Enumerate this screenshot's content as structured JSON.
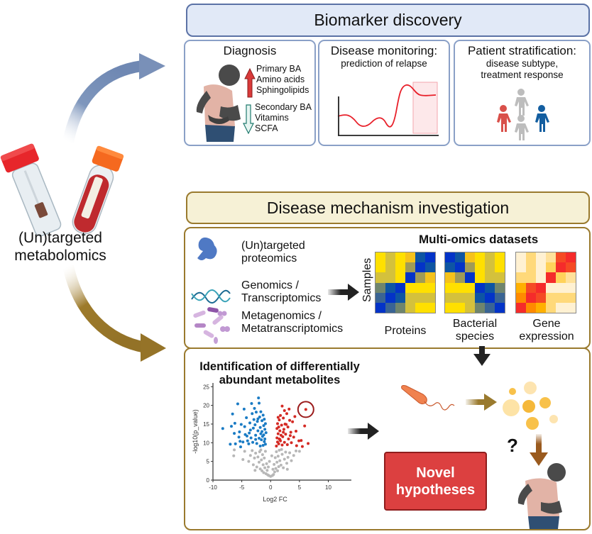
{
  "left": {
    "label_line1": "(Un)targeted",
    "label_line2": "metabolomics",
    "icons": [
      "stool-sample-tube-icon",
      "blood-sample-tube-icon"
    ]
  },
  "biomarker": {
    "title": "Biomarker discovery",
    "accent": "#5b72a6",
    "diagnosis": {
      "title": "Diagnosis",
      "up": [
        "Primary BA",
        "Amino acids",
        "Sphingolipids"
      ],
      "down": [
        "Secondary BA",
        "Vitamins",
        "SCFA"
      ],
      "up_color": "#d93a3a",
      "down_color": "#1f7a6e"
    },
    "monitoring": {
      "title": "Disease monitoring:",
      "subtitle": "prediction of relapse"
    },
    "stratification": {
      "title": "Patient stratification:",
      "subtitle_line1": "disease subtype,",
      "subtitle_line2": "treatment response"
    }
  },
  "mechanism": {
    "title": "Disease mechanism investigation",
    "accent": "#9a7a2e",
    "omics": [
      {
        "line1": "(Un)targeted",
        "line2": "proteomics",
        "icon": "protein-icon"
      },
      {
        "line1": "Genomics /",
        "line2": "Transcriptomics",
        "icon": "dna-icon"
      },
      {
        "line1": "Metagenomics /",
        "line2": "Metatranscriptomics",
        "icon": "bacteria-icon"
      }
    ],
    "multiomics_title": "Multi-omics datasets",
    "samples_label": "Samples",
    "heatmaps": [
      {
        "label_line1": "Proteins",
        "label_line2": "",
        "cells": [
          [
            "#ffe000",
            "#d4c13c",
            "#ffe000",
            "#f5c21b",
            "#0e55a3",
            "#0333c8"
          ],
          [
            "#ffe000",
            "#d4c13c",
            "#ffe000",
            "#a09b57",
            "#0333c8",
            "#0e55a3"
          ],
          [
            "#d4c13c",
            "#d4c13c",
            "#ffe000",
            "#0333c8",
            "#a09b57",
            "#f5c21b"
          ],
          [
            "#6f856d",
            "#0e55a3",
            "#0333c8",
            "#ffe000",
            "#ffe000",
            "#ffe000"
          ],
          [
            "#3a6494",
            "#0333c8",
            "#0e55a3",
            "#d4c13c",
            "#d4c13c",
            "#d4c13c"
          ],
          [
            "#0333c8",
            "#3a6494",
            "#6f856d",
            "#d4c13c",
            "#ffe000",
            "#ffe000"
          ]
        ]
      },
      {
        "label_line1": "Bacterial",
        "label_line2": "species",
        "cells": [
          [
            "#0333c8",
            "#0e55a3",
            "#f5c21b",
            "#ffe000",
            "#d4c13c",
            "#ffe000"
          ],
          [
            "#0e55a3",
            "#0333c8",
            "#a09b57",
            "#ffe000",
            "#d4c13c",
            "#ffe000"
          ],
          [
            "#f5c21b",
            "#a09b57",
            "#0333c8",
            "#ffe000",
            "#d4c13c",
            "#d4c13c"
          ],
          [
            "#ffe000",
            "#ffe000",
            "#ffe000",
            "#0333c8",
            "#0e55a3",
            "#6f856d"
          ],
          [
            "#d4c13c",
            "#d4c13c",
            "#d4c13c",
            "#0e55a3",
            "#0333c8",
            "#3a6494"
          ],
          [
            "#ffe000",
            "#ffe000",
            "#d4c13c",
            "#6f856d",
            "#3a6494",
            "#0333c8"
          ]
        ]
      },
      {
        "label_line1": "Gene",
        "label_line2": "expression",
        "cells": [
          [
            "#fff1d2",
            "#ffd97a",
            "#fff1d2",
            "#ffe19a",
            "#f54a24",
            "#f52b2b"
          ],
          [
            "#fff1d2",
            "#ffd97a",
            "#fff1d2",
            "#ffd25a",
            "#f52b2b",
            "#f54a24"
          ],
          [
            "#ffd97a",
            "#ffd97a",
            "#fff1d2",
            "#f52b2b",
            "#ffd25a",
            "#ffe19a"
          ],
          [
            "#ffb000",
            "#f54a24",
            "#f52b2b",
            "#fff1d2",
            "#fff1d2",
            "#fff1d2"
          ],
          [
            "#ff8a00",
            "#f52b2b",
            "#f54a24",
            "#ffd97a",
            "#ffd97a",
            "#ffd97a"
          ],
          [
            "#f52b2b",
            "#ff8a00",
            "#ffb000",
            "#ffd97a",
            "#fff1d2",
            "#fff1d2"
          ]
        ]
      }
    ],
    "volcano_title_line1": "Identification of differentially",
    "volcano_title_line2": "abundant metabolites",
    "novel_line1": "Novel",
    "novel_line2": "hypotheses",
    "question_mark": "?"
  },
  "chart_data": {
    "type": "scatter",
    "title": "Identification of differentially abundant metabolites",
    "xlabel": "Log2 FC",
    "ylabel": "-log10(p_value)",
    "xlim": [
      -10,
      14
    ],
    "ylim": [
      0,
      26
    ],
    "xticks": [
      -10,
      -5,
      0,
      5,
      10
    ],
    "yticks": [
      0,
      5,
      10,
      15,
      20,
      25
    ],
    "grid": false,
    "significance_threshold": 8.5,
    "series": [
      {
        "name": "down-regulated",
        "color": "#1a7bc4",
        "points": [
          [
            -8.3,
            13.8
          ],
          [
            -7.0,
            9.6
          ],
          [
            -6.8,
            14.4
          ],
          [
            -6.6,
            17.7
          ],
          [
            -6.3,
            12.5
          ],
          [
            -6.2,
            15.2
          ],
          [
            -6.1,
            9.7
          ],
          [
            -5.7,
            20.4
          ],
          [
            -5.5,
            11.5
          ],
          [
            -5.4,
            12.9
          ],
          [
            -5.3,
            10.4
          ],
          [
            -5.2,
            8.9
          ],
          [
            -5.1,
            14.9
          ],
          [
            -4.8,
            10.2
          ],
          [
            -4.6,
            19.0
          ],
          [
            -4.5,
            14.3
          ],
          [
            -4.4,
            12.2
          ],
          [
            -4.2,
            16.7
          ],
          [
            -4.1,
            11.8
          ],
          [
            -4.0,
            10.5
          ],
          [
            -3.8,
            9.7
          ],
          [
            -3.6,
            15.3
          ],
          [
            -3.5,
            13.4
          ],
          [
            -3.4,
            11.3
          ],
          [
            -3.3,
            20.5
          ],
          [
            -3.2,
            17.8
          ],
          [
            -3.1,
            10.1
          ],
          [
            -3.0,
            13.9
          ],
          [
            -2.9,
            16.2
          ],
          [
            -2.8,
            19.2
          ],
          [
            -2.7,
            14.8
          ],
          [
            -2.6,
            12.0
          ],
          [
            -2.5,
            18.2
          ],
          [
            -2.4,
            9.8
          ],
          [
            -2.3,
            15.7
          ],
          [
            -2.2,
            13.2
          ],
          [
            -2.1,
            22.0
          ],
          [
            -2.0,
            11.2
          ],
          [
            -2.0,
            20.6
          ],
          [
            -1.9,
            16.9
          ],
          [
            -1.8,
            14.1
          ],
          [
            -1.7,
            12.4
          ],
          [
            -1.7,
            18.3
          ],
          [
            -1.6,
            10.8
          ],
          [
            -1.5,
            15.9
          ],
          [
            -1.5,
            13.0
          ],
          [
            -1.4,
            11.7
          ],
          [
            -1.3,
            17.4
          ],
          [
            -1.3,
            9.3
          ],
          [
            -1.2,
            14.6
          ],
          [
            -1.2,
            12.1
          ],
          [
            -1.1,
            10.3
          ],
          [
            -1.1,
            16.3
          ],
          [
            -1.0,
            13.6
          ],
          [
            -1.0,
            11.0
          ],
          [
            -0.9,
            9.6
          ],
          [
            -0.9,
            15.1
          ],
          [
            -0.8,
            12.7
          ],
          [
            -2.6,
            10.9
          ],
          [
            -1.8,
            9.1
          ],
          [
            -3.7,
            12.6
          ],
          [
            -2.2,
            16.4
          ]
        ]
      },
      {
        "name": "up-regulated",
        "color": "#d42a24",
        "points": [
          [
            1.0,
            9.1
          ],
          [
            1.1,
            11.3
          ],
          [
            1.1,
            13.8
          ],
          [
            1.2,
            10.2
          ],
          [
            1.2,
            15.1
          ],
          [
            1.3,
            12.4
          ],
          [
            1.4,
            9.7
          ],
          [
            1.4,
            14.2
          ],
          [
            1.5,
            11.0
          ],
          [
            1.5,
            16.1
          ],
          [
            1.6,
            13.2
          ],
          [
            1.7,
            10.5
          ],
          [
            1.7,
            17.3
          ],
          [
            1.8,
            12.0
          ],
          [
            1.9,
            14.7
          ],
          [
            2.0,
            9.4
          ],
          [
            2.0,
            19.8
          ],
          [
            2.1,
            11.6
          ],
          [
            2.2,
            16.6
          ],
          [
            2.3,
            13.6
          ],
          [
            2.4,
            10.1
          ],
          [
            2.4,
            18.6
          ],
          [
            2.5,
            15.0
          ],
          [
            2.6,
            12.3
          ],
          [
            2.8,
            17.8
          ],
          [
            2.9,
            9.5
          ],
          [
            3.0,
            14.2
          ],
          [
            3.1,
            11.0
          ],
          [
            3.2,
            19.0
          ],
          [
            3.3,
            16.0
          ],
          [
            3.5,
            12.8
          ],
          [
            3.6,
            10.0
          ],
          [
            3.8,
            15.6
          ],
          [
            4.0,
            11.5
          ],
          [
            4.2,
            17.0
          ],
          [
            4.4,
            13.1
          ],
          [
            4.5,
            9.2
          ],
          [
            4.9,
            10.5
          ],
          [
            5.3,
            10.6
          ],
          [
            5.5,
            9.0
          ],
          [
            5.9,
            14.5
          ],
          [
            6.1,
            18.9
          ],
          [
            6.5,
            9.8
          ],
          [
            2.2,
            12.8
          ],
          [
            1.6,
            10.9
          ],
          [
            2.7,
            14.9
          ],
          [
            3.4,
            11.9
          ],
          [
            1.3,
            16.8
          ]
        ]
      },
      {
        "name": "not significant",
        "color": "#b7b7b7",
        "points": [
          [
            -6.4,
            6.5
          ],
          [
            -6.3,
            8.1
          ],
          [
            -4.8,
            5.5
          ],
          [
            -4.5,
            7.7
          ],
          [
            -3.8,
            5.0
          ],
          [
            -3.5,
            6.6
          ],
          [
            -3.2,
            7.9
          ],
          [
            -3.0,
            4.1
          ],
          [
            -2.8,
            5.9
          ],
          [
            -2.6,
            7.2
          ],
          [
            -2.4,
            3.5
          ],
          [
            -2.2,
            6.2
          ],
          [
            -2.0,
            4.8
          ],
          [
            -1.9,
            7.6
          ],
          [
            -1.8,
            3.0
          ],
          [
            -1.6,
            5.4
          ],
          [
            -1.5,
            2.5
          ],
          [
            -1.4,
            6.8
          ],
          [
            -1.3,
            4.1
          ],
          [
            -1.2,
            2.0
          ],
          [
            -1.1,
            5.9
          ],
          [
            -1.0,
            3.3
          ],
          [
            -0.9,
            7.7
          ],
          [
            -0.8,
            1.7
          ],
          [
            -0.7,
            4.4
          ],
          [
            -0.6,
            2.6
          ],
          [
            -0.5,
            1.4
          ],
          [
            -0.4,
            3.5
          ],
          [
            -0.3,
            1.2
          ],
          [
            0.0,
            1.0
          ],
          [
            0.3,
            1.2
          ],
          [
            0.4,
            2.9
          ],
          [
            0.5,
            1.5
          ],
          [
            0.6,
            4.2
          ],
          [
            0.7,
            2.2
          ],
          [
            0.8,
            6.0
          ],
          [
            0.9,
            3.1
          ],
          [
            1.0,
            7.6
          ],
          [
            1.1,
            4.8
          ],
          [
            1.2,
            2.5
          ],
          [
            1.3,
            6.4
          ],
          [
            1.4,
            3.6
          ],
          [
            1.5,
            8.0
          ],
          [
            1.6,
            5.2
          ],
          [
            1.8,
            4.0
          ],
          [
            2.0,
            6.9
          ],
          [
            2.2,
            3.3
          ],
          [
            2.4,
            5.6
          ],
          [
            2.6,
            7.5
          ],
          [
            2.8,
            4.5
          ],
          [
            3.0,
            6.1
          ],
          [
            3.3,
            7.3
          ],
          [
            3.6,
            5.2
          ],
          [
            4.0,
            6.6
          ],
          [
            4.4,
            7.8
          ],
          [
            5.0,
            7.7
          ],
          [
            -2.7,
            2.6
          ],
          [
            2.9,
            2.9
          ],
          [
            -0.2,
            5.0
          ],
          [
            0.2,
            6.5
          ],
          [
            -1.7,
            8.1
          ],
          [
            1.9,
            8.2
          ]
        ]
      }
    ],
    "highlighted_point": [
      6.1,
      18.9
    ]
  },
  "monitoring_chart": {
    "type": "line",
    "title": "Disease monitoring: prediction of relapse",
    "description": "Stylized curve: low fluctuating levels then a sharp rise; final section highlighted as predicted relapse window",
    "values": [
      0.35,
      0.3,
      0.15,
      0.28,
      0.08,
      0.85,
      0.72,
      0.73
    ],
    "highlight_window": "last ~20% of x-range",
    "line_color": "#e8202a"
  }
}
